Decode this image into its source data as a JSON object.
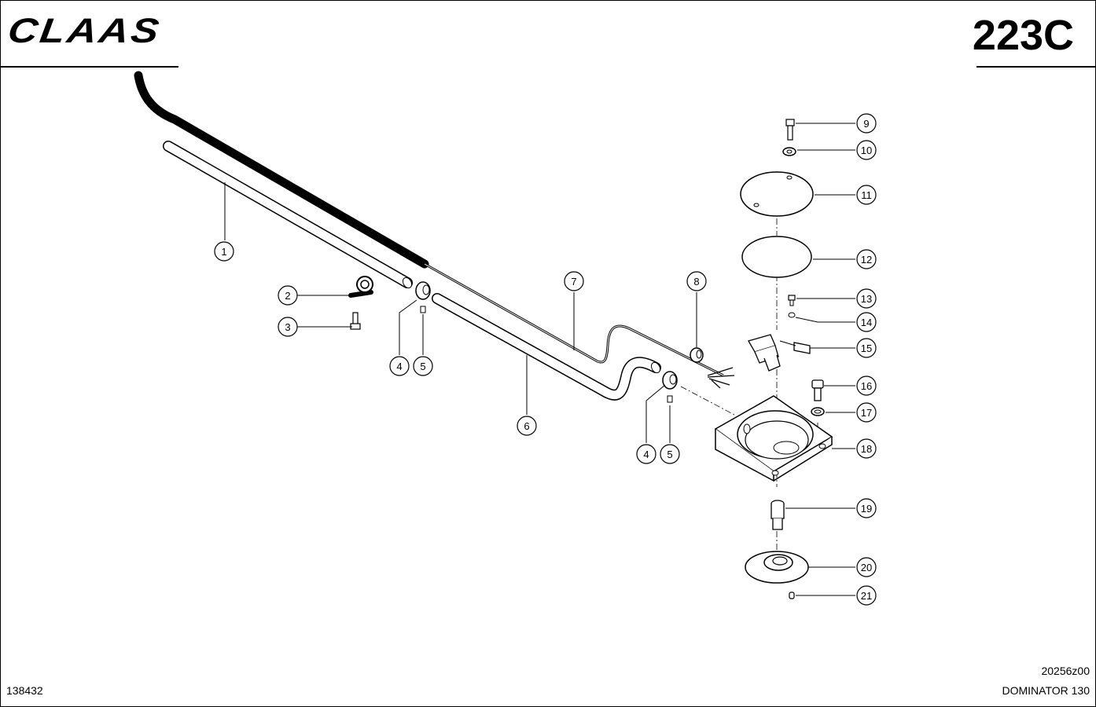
{
  "header": {
    "brand": "CLAAS",
    "page_number": "223C"
  },
  "footer": {
    "drawing_id": "20256z00",
    "doc_number": "138432",
    "machine_model": "DOMINATOR 130"
  },
  "callouts": [
    {
      "label": "1"
    },
    {
      "label": "2"
    },
    {
      "label": "3"
    },
    {
      "label": "4"
    },
    {
      "label": "5"
    },
    {
      "label": "6"
    },
    {
      "label": "7"
    },
    {
      "label": "8"
    },
    {
      "label": "4"
    },
    {
      "label": "5"
    },
    {
      "label": "9"
    },
    {
      "label": "10"
    },
    {
      "label": "11"
    },
    {
      "label": "12"
    },
    {
      "label": "13"
    },
    {
      "label": "14"
    },
    {
      "label": "15"
    },
    {
      "label": "16"
    },
    {
      "label": "17"
    },
    {
      "label": "18"
    },
    {
      "label": "19"
    },
    {
      "label": "20"
    },
    {
      "label": "21"
    }
  ]
}
